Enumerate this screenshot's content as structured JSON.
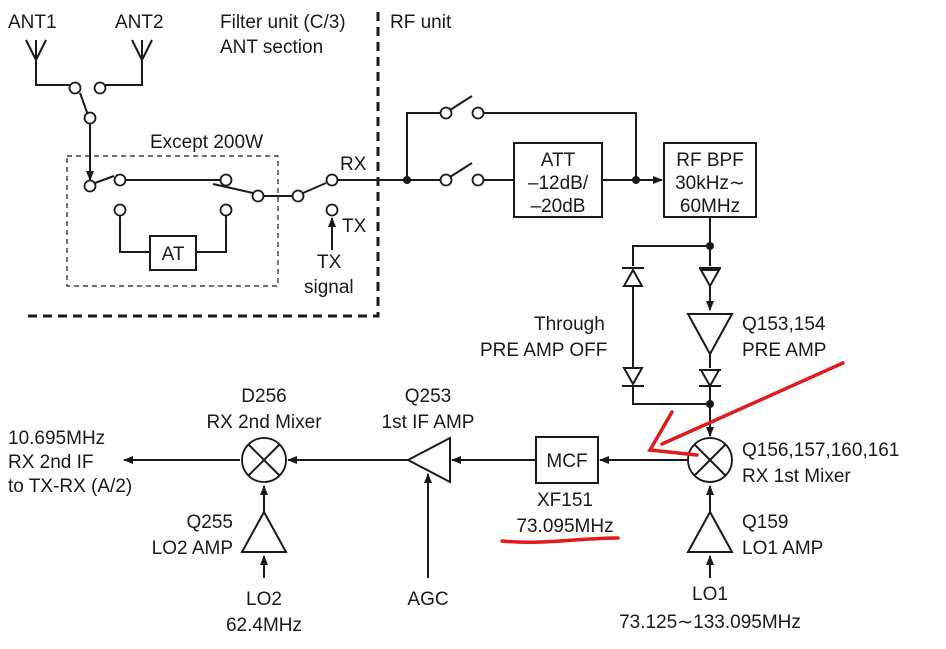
{
  "labels": {
    "ant1": "ANT1",
    "ant2": "ANT2",
    "filter_unit_l1": "Filter unit (C/3)",
    "filter_unit_l2": "ANT section",
    "rf_unit": "RF unit",
    "except_200w": "Except 200W",
    "at": "AT",
    "rx": "RX",
    "tx": "TX",
    "tx_signal_l1": "TX",
    "tx_signal_l2": "signal",
    "att_l1": "ATT",
    "att_l2": "–12dB/",
    "att_l3": "–20dB",
    "rfbpf_l1": "RF BPF",
    "rfbpf_l2": "30kHz∼",
    "rfbpf_l3": "60MHz",
    "through_l1": "Through",
    "through_l2": "PRE AMP OFF",
    "preamp_l1": "Q153,154",
    "preamp_l2": "PRE AMP",
    "mixer1_l1": "Q156,157,160,161",
    "mixer1_l2": "RX 1st Mixer",
    "lo1amp_l1": "Q159",
    "lo1amp_l2": "LO1 AMP",
    "lo1_l1": "LO1",
    "lo1_l2": "73.125∼133.095MHz",
    "mcf": "MCF",
    "xf151_l1": "XF151",
    "xf151_l2": "73.095MHz",
    "ifamp_l1": "Q253",
    "ifamp_l2": "1st IF AMP",
    "agc": "AGC",
    "mixer2_l1": "D256",
    "mixer2_l2": "RX 2nd Mixer",
    "lo2amp_l1": "Q255",
    "lo2amp_l2": "LO2 AMP",
    "lo2_l1": "LO2",
    "lo2_l2": "62.4MHz",
    "out_l1": "10.695MHz",
    "out_l2": "RX 2nd IF",
    "out_l3": "to TX-RX (A/2)"
  },
  "colors": {
    "line": "#1a1a1a",
    "annotation": "#e01b1b"
  }
}
